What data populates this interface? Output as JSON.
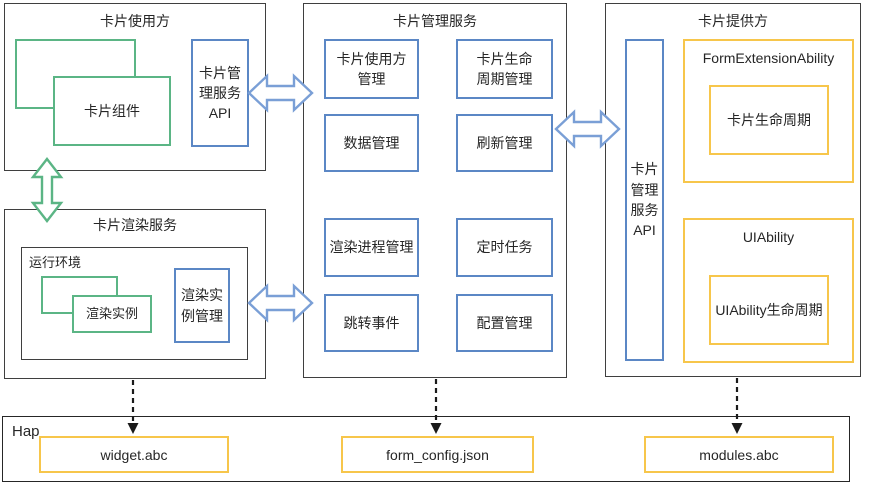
{
  "host": {
    "title": "卡片使用方",
    "component": "卡片组件",
    "api_label": "卡片管\n理服务\nAPI"
  },
  "render_service": {
    "title": "卡片渲染服务",
    "runtime_label": "运行环境",
    "instance_label": "渲染实例",
    "instance_mgmt_label": "渲染实\n例管理"
  },
  "manage_service": {
    "title": "卡片管理服务",
    "modules": [
      "卡片使用方\n管理",
      "卡片生命\n周期管理",
      "数据管理",
      "刷新管理",
      "渲染进程管理",
      "定时任务",
      "跳转事件",
      "配置管理"
    ]
  },
  "provider": {
    "title": "卡片提供方",
    "api_label": "卡片\n管理\n服务\nAPI",
    "form_extension": {
      "title": "FormExtensionAbility",
      "lifecycle": "卡片生命周期"
    },
    "uiability": {
      "title": "UIAbility",
      "lifecycle": "UIAbility生命周期"
    }
  },
  "hap": {
    "title": "Hap",
    "files": [
      "widget.abc",
      "form_config.json",
      "modules.abc"
    ]
  },
  "colors": {
    "green": "#5bb585",
    "blue": "#5b87c5",
    "yellow": "#f7c64b",
    "outline": "#3f3f3f",
    "arrow_blue": "#7a9fd6",
    "arrow_green": "#5bb585",
    "dashed_black": "#1a1a1a"
  }
}
